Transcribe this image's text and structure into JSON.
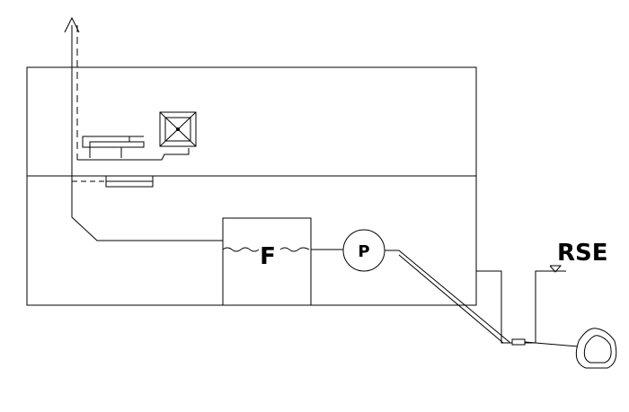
{
  "labels": {
    "filter": "F",
    "pump": "P",
    "reference_level": "RSE"
  }
}
